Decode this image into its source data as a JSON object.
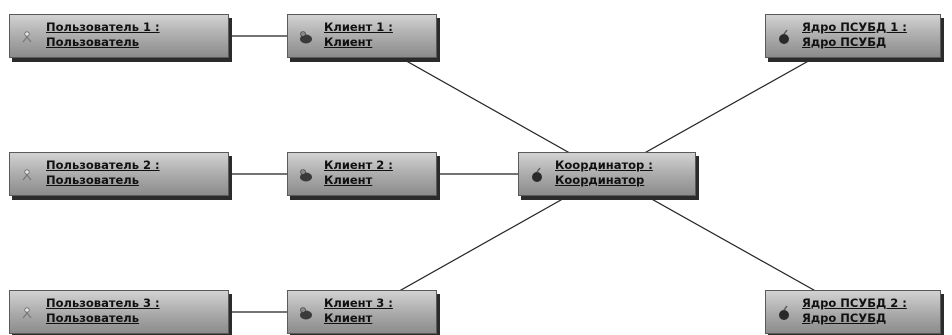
{
  "diagram": {
    "nodes": [
      {
        "id": "user1",
        "name": "Пользователь 1 :",
        "type": "Пользователь",
        "icon": "user-icon"
      },
      {
        "id": "user2",
        "name": "Пользователь 2 :",
        "type": "Пользователь",
        "icon": "user-icon"
      },
      {
        "id": "user3",
        "name": "Пользователь 3 :",
        "type": "Пользователь",
        "icon": "user-icon"
      },
      {
        "id": "client1",
        "name": "Клиент 1 :",
        "type": "Клиент",
        "icon": "client-component-icon"
      },
      {
        "id": "client2",
        "name": "Клиент 2 :",
        "type": "Клиент",
        "icon": "client-component-icon"
      },
      {
        "id": "client3",
        "name": "Клиент 3 :",
        "type": "Клиент",
        "icon": "client-component-icon"
      },
      {
        "id": "coord",
        "name": "Координатор :",
        "type": "Координатор",
        "icon": "coordinator-icon"
      },
      {
        "id": "core1",
        "name": "Ядро ПСУБД 1 :",
        "type": "Ядро ПСУБД",
        "icon": "core-icon"
      },
      {
        "id": "core2",
        "name": "Ядро ПСУБД 2 :",
        "type": "Ядро ПСУБД",
        "icon": "core-icon"
      }
    ],
    "edges": [
      {
        "from": "user1",
        "to": "client1"
      },
      {
        "from": "user2",
        "to": "client2"
      },
      {
        "from": "user3",
        "to": "client3"
      },
      {
        "from": "client1",
        "to": "coord"
      },
      {
        "from": "client2",
        "to": "coord"
      },
      {
        "from": "client3",
        "to": "coord"
      },
      {
        "from": "coord",
        "to": "core1"
      },
      {
        "from": "coord",
        "to": "core2"
      }
    ]
  }
}
